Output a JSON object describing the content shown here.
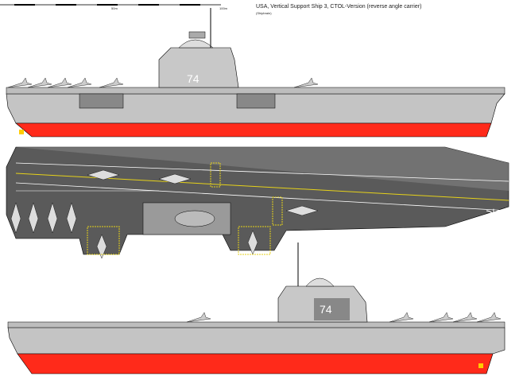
{
  "title": "USA, Vertical Support Ship 3, CTOL-Version (reverse angle carrier)",
  "subtitle": "(Shipbrain)",
  "scale": {
    "mid_label": "50m",
    "end_label": "100m"
  },
  "hull_number": "74",
  "colors": {
    "hull": "#c4c4c4",
    "antifouling": "#ff2a1a",
    "deck": "#5a5a5a",
    "deck_line": "#ffffff",
    "yellow_line": "#e6d21a",
    "outline": "#000000"
  }
}
